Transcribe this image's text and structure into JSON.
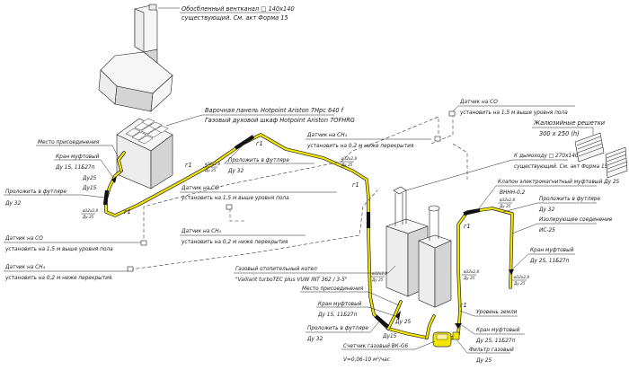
{
  "labels": {
    "vent_duct_1": "Обосбленный вентканал □ 140х140",
    "vent_duct_2": "существующий. См. акт Форма 15",
    "cooktop": "Варочная панель Hotpoint Ariston 7Hpc 640 f",
    "oven": "Газовый духовой шкаф Hotpoint Ariston 7OFHRG",
    "sensor_co_top_1": "Датчик на CO",
    "sensor_co_top_2": "установить на 1,5 м выше уровня пола",
    "grilles_1": "Жалюзийные решетки",
    "grilles_2": "300 х 250 (h)",
    "sensor_ch4_top_1": "Датчик на CH₄",
    "sensor_ch4_top_2": "установить на 0,2 м ниже перекрытия",
    "chimney_1": "К дымоходу □ 270х140",
    "chimney_2": "существующий. См. акт Форма 15",
    "connect_place_left": "Место присоединения",
    "valve_left_1": "Кран муфтовый",
    "valve_left_2": "Ду 15, 11Б27п",
    "dn25_left": "Ду25",
    "dn15_left": "Ду15",
    "sleeve_left_1": "Проложить в футляре",
    "sleeve_left_2": "Ду 32",
    "sleeve_mid_1": "Проложить в футляре",
    "sleeve_mid_2": "Ду 32",
    "sensor_co_mid_1": "Датчик на CO",
    "sensor_co_mid_2": "установить на 1,5 м выше уровня пола",
    "solenoid": "Клапон электромагнитный муфтовый Ду 25",
    "vnn": "ВННН-0,2",
    "sleeve_right_1": "Проложить в футляре",
    "sleeve_right_2": "Ду 32",
    "insulating_1": "Изолирующее соединение",
    "insulating_2": "ИС-25",
    "sensor_ch4_mid_1": "Датчик на CH₄",
    "sensor_ch4_mid_2": "установить на 0,2 м ниже перекрытия",
    "sensor_co_left_1": "Датчик на CO",
    "sensor_co_left_2": "установить на 1,5 м выше уровня пола",
    "valve_right_1": "Кран муфтовый",
    "valve_right_2": "Ду 25, 11Б27п",
    "sensor_ch4_left_1": "Датчик на CH₄",
    "sensor_ch4_left_2": "установить на 0,2 м ниже перекрытия",
    "boiler_1": "Газовый отопительный котел",
    "boiler_2": "\"Vaillant turboTEC plus VUW INT 362 / 3-5\"",
    "connect_place_mid": "Место присоединения",
    "valve_mid_1": "Кран муфтовый",
    "valve_mid_2": "Ду 15, 11Б27п",
    "sleeve_bot_1": "Проложить в футляре",
    "sleeve_bot_2": "Ду 32",
    "dn25_bot": "Ду 25",
    "dn15_bot": "Ду15",
    "ground_level": "Уровень земли",
    "valve_bot_1": "Кран муфтовый",
    "valve_bot_2": "Ду 25, 11Б27п",
    "filter_1": "Фильтр газовый",
    "filter_2": "Ду 25",
    "meter_1": "Счетчик газовый ВК-G6",
    "meter_2": "V=0,06-10 м³/час"
  },
  "pipe_notes": {
    "n1a": "ø32х2,8",
    "n1b": "Ду 25",
    "n2a": "ø32х2,8",
    "n2b": "Ду 25",
    "n3a": "ø32х2,8",
    "n3b": "Ду 25",
    "n4a": "ø32х2,8",
    "n4b": "Ду 25",
    "n5a": "ø32х2,8",
    "n5b": "Ду 25",
    "n6a": "ø32х2,8",
    "n6b": "Ду 25",
    "n7a": "ø32х2,8",
    "n7b": "Ду 25"
  },
  "marks": {
    "slope": "г1"
  },
  "colors": {
    "pipe": "#f2e500",
    "outline": "#222222",
    "appliance": "#ededed"
  }
}
